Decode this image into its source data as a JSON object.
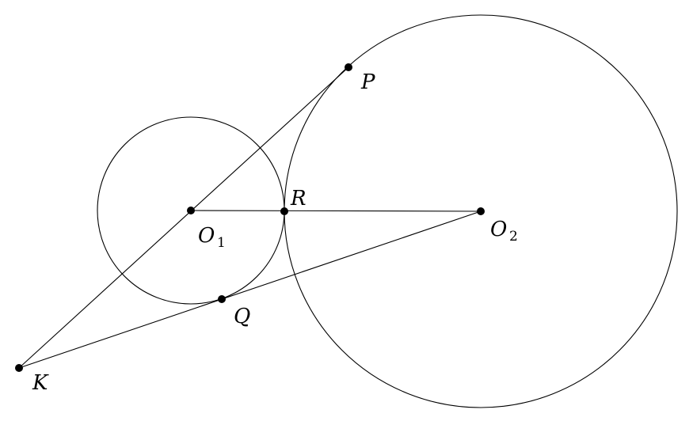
{
  "diagram": {
    "points": {
      "P": {
        "label": "P"
      },
      "R": {
        "label": "R"
      },
      "O1": {
        "label": "O",
        "subscript": "1"
      },
      "O2": {
        "label": "O",
        "subscript": "2"
      },
      "Q": {
        "label": "Q"
      },
      "K": {
        "label": "K"
      }
    },
    "stroke_color": "#000000"
  }
}
